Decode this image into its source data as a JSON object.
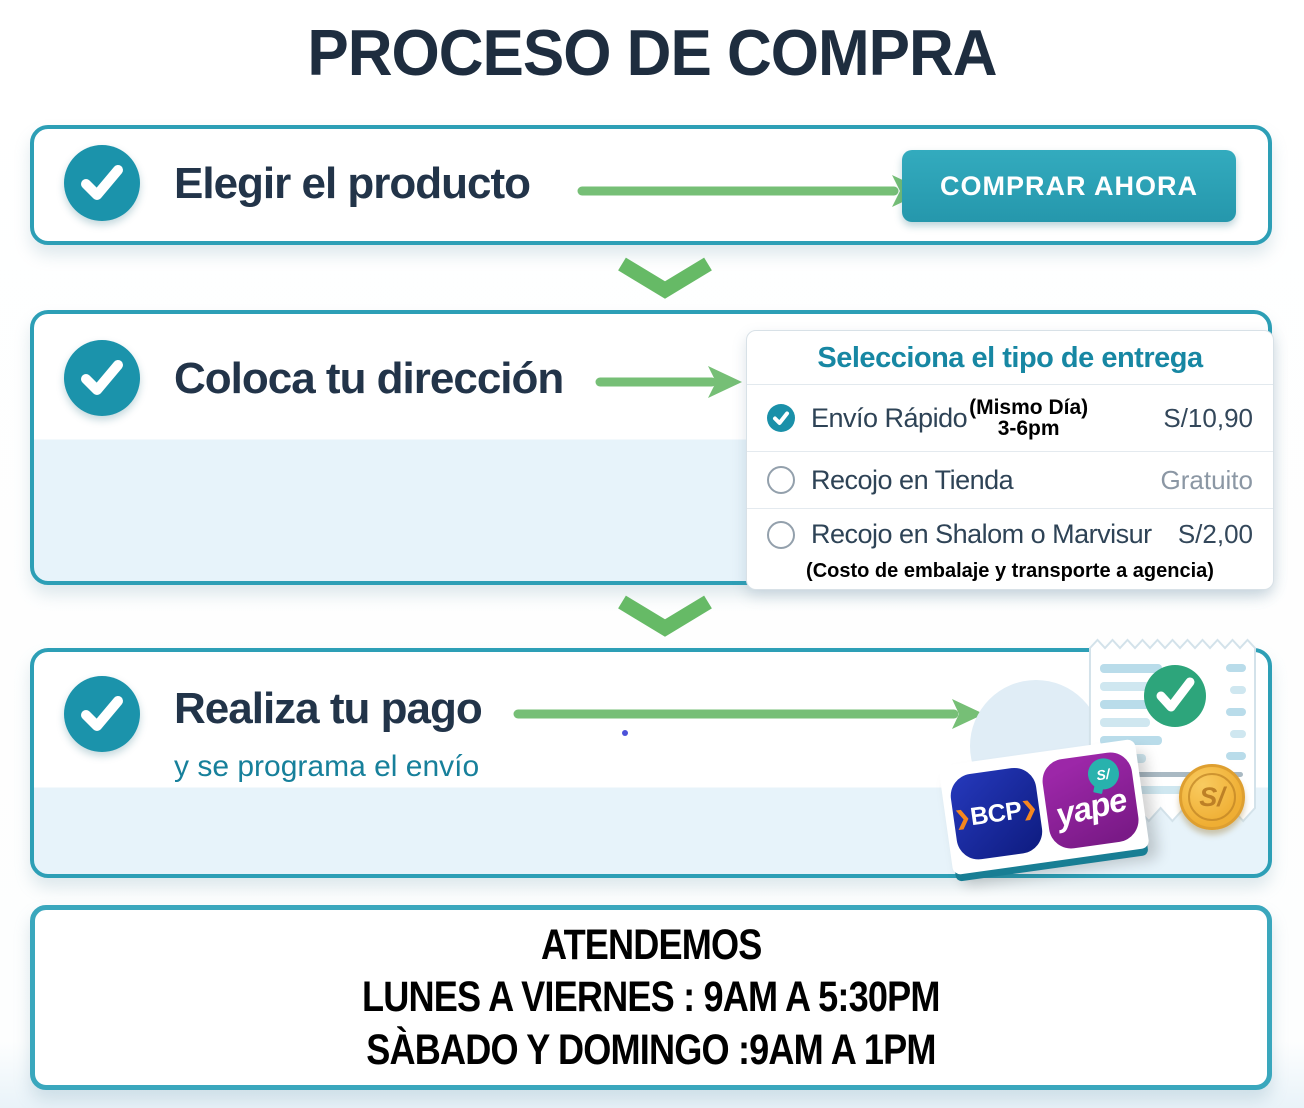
{
  "title": "PROCESO DE COMPRA",
  "steps": {
    "step1": {
      "label": "Elegir el producto",
      "button": "COMPRAR AHORA"
    },
    "step2": {
      "label": "Coloca tu dirección",
      "panel": {
        "header": "Selecciona el tipo de entrega",
        "options": [
          {
            "label": "Envío Rápido",
            "note": "(Mismo Día)",
            "note2": "3-6pm",
            "price": "S/10,90",
            "selected": true
          },
          {
            "label": "Recojo en Tienda",
            "price": "Gratuito",
            "selected": false
          },
          {
            "label": "Recojo en Shalom o Marvisur",
            "price": "S/2,00",
            "selected": false
          }
        ],
        "footnote": "(Costo de embalaje y transporte a agencia)"
      }
    },
    "step3": {
      "label": "Realiza tu pago",
      "sublabel": "y se programa el envío",
      "payment": {
        "bcp": "BCP",
        "yape": "yape",
        "yape_bubble": "S/",
        "coin": "S/"
      }
    }
  },
  "footer": {
    "line1": "ATENDEMOS",
    "line2": "LUNES A VIERNES : 9AM A 5:30PM",
    "line3": "SÀBADO Y DOMINGO :9AM A 1PM"
  },
  "colors": {
    "box_border_teal": "#2d9fb6",
    "check_circle_teal": "#1b93ab",
    "button_teal": "#2ba3b7",
    "panel_header_teal": "#1787a3",
    "heading_navy": "#223449",
    "arrow_green": "#74bd74",
    "light_blue_fill": "#e7f3fa",
    "receipt_check_green": "#2da57b",
    "coin_gold": "#efae33",
    "bcp_blue": "#16249c",
    "bcp_orange": "#f5871f",
    "yape_purple": "#8d22a0",
    "yape_bubble_teal": "#28b2ad"
  }
}
